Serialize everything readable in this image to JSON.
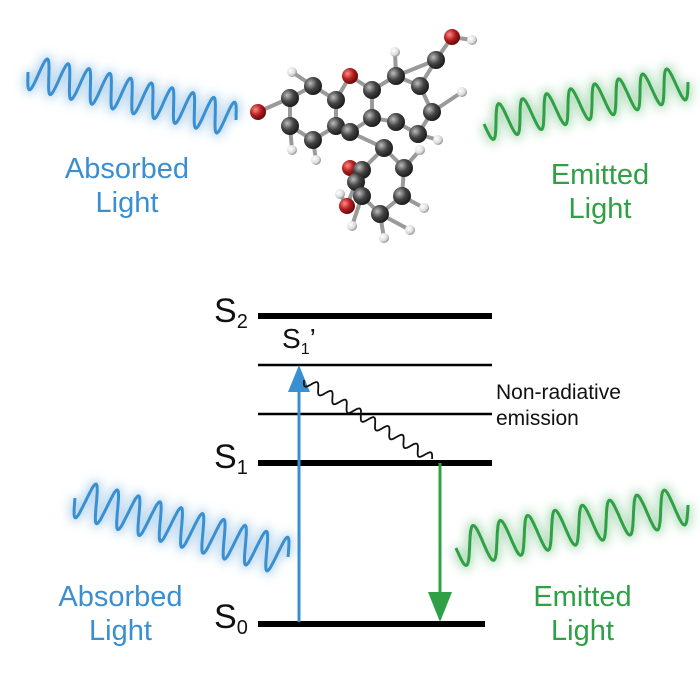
{
  "top_panel": {
    "absorbed_label": [
      "Absorbed",
      "Light"
    ],
    "emitted_label": [
      "Emitted",
      "Light"
    ]
  },
  "diagram": {
    "levels": {
      "s2": {
        "main": "S",
        "sub": "2"
      },
      "s1_prime": {
        "main": "S",
        "sub": "1",
        "prime": "’"
      },
      "s1": {
        "main": "S",
        "sub": "1"
      },
      "s0": {
        "main": "S",
        "sub": "0"
      }
    },
    "non_radiative_label": [
      "Non-radiative",
      "emission"
    ],
    "absorbed_label": [
      "Absorbed",
      "Light"
    ],
    "emitted_label": [
      "Emitted",
      "Light"
    ]
  },
  "colors": {
    "absorbed": "#3a8fd1",
    "emitted": "#2fa045",
    "level_lines": "#000000",
    "oxygen_atom": "#b51d1d",
    "carbon_atom": "#3a3a3a",
    "hydrogen_atom": "#e6e6e6"
  }
}
